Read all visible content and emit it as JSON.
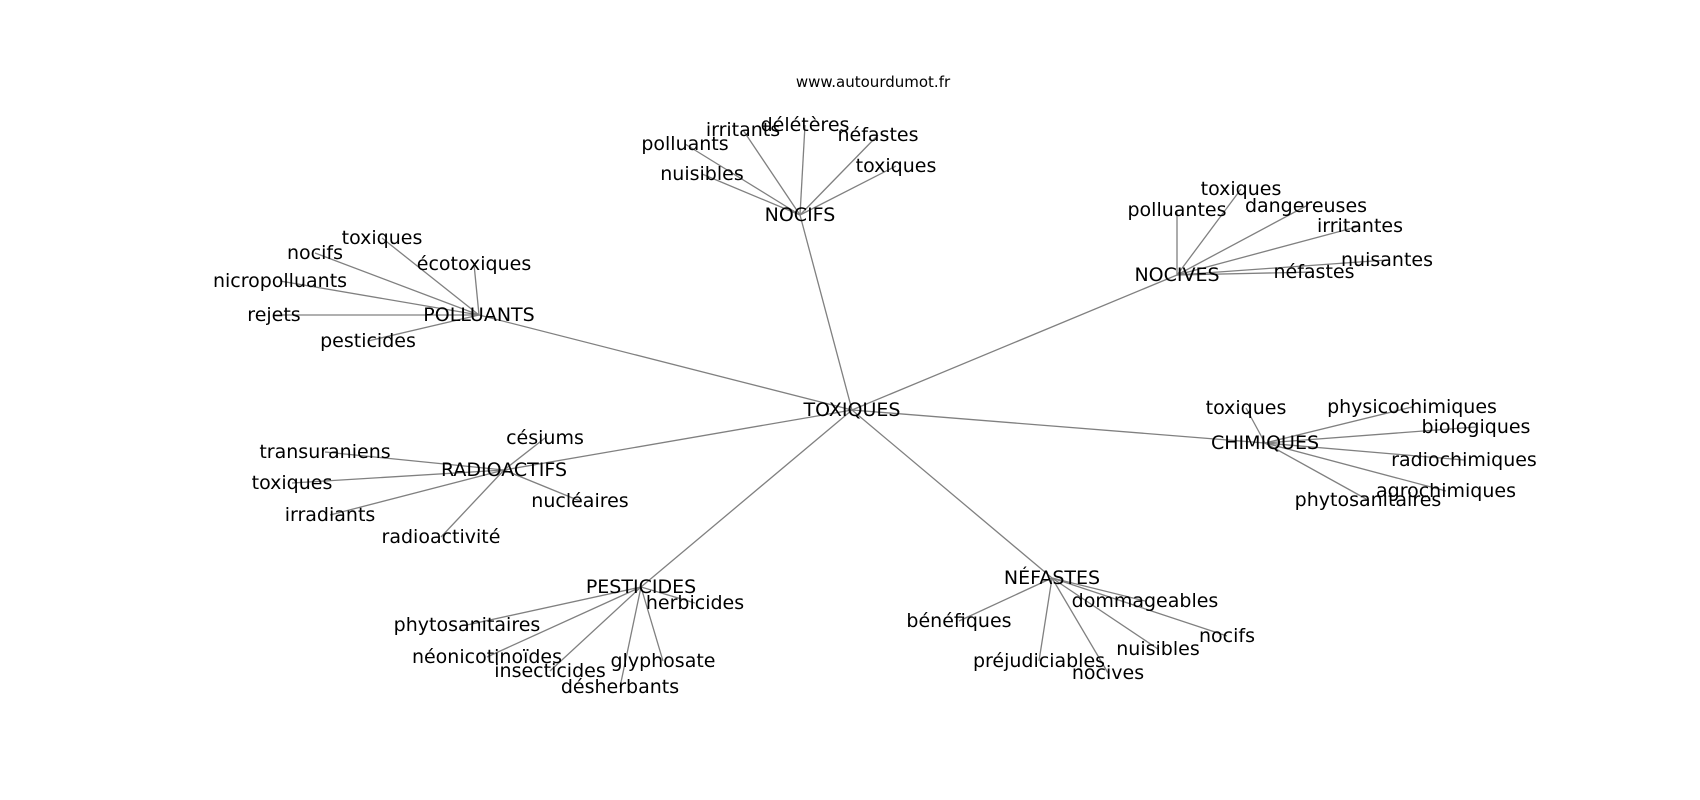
{
  "source": "www.autourdumot.fr",
  "root": "TOXIQUES",
  "groups": [
    {
      "hub": "NOCIFS",
      "words": [
        "polluants",
        "irritants",
        "délétères",
        "néfastes",
        "toxiques",
        "nuisibles"
      ]
    },
    {
      "hub": "NOCIVES",
      "words": [
        "toxiques",
        "polluantes",
        "dangereuses",
        "irritantes",
        "nuisantes",
        "néfastes"
      ]
    },
    {
      "hub": "POLLUANTS",
      "words": [
        "toxiques",
        "nocifs",
        "écotoxiques",
        "nicropolluants",
        "rejets",
        "pesticides"
      ]
    },
    {
      "hub": "CHIMIQUES",
      "words": [
        "toxiques",
        "physicochimiques",
        "biologiques",
        "radiochimiques",
        "agrochimiques",
        "phytosanitaires"
      ]
    },
    {
      "hub": "RADIOACTIFS",
      "words": [
        "césiums",
        "transuraniens",
        "toxiques",
        "irradiants",
        "nucléaires",
        "radioactivité"
      ]
    },
    {
      "hub": "PESTICIDES",
      "words": [
        "herbicides",
        "phytosanitaires",
        "néonicotinoïdes",
        "insecticides",
        "glyphosate",
        "désherbants"
      ]
    },
    {
      "hub": "NÉFASTES",
      "words": [
        "dommageables",
        "bénéfiques",
        "nocifs",
        "nuisibles",
        "préjudiciables",
        "nocives"
      ]
    }
  ]
}
